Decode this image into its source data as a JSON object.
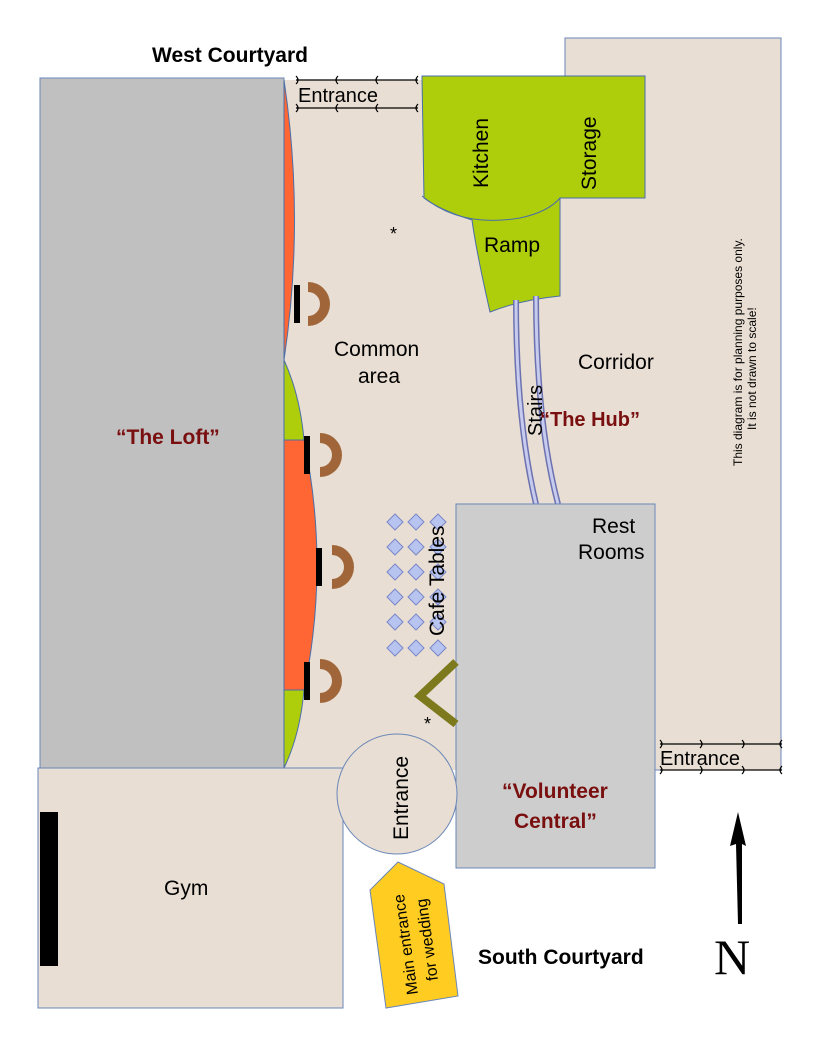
{
  "labels": {
    "west_courtyard": "West Courtyard",
    "south_courtyard": "South Courtyard",
    "entrance_west": "Entrance",
    "entrance_east": "Entrance",
    "entrance_south": "Entrance",
    "kitchen": "Kitchen",
    "storage": "Storage",
    "ramp": "Ramp",
    "common_area_1": "Common",
    "common_area_2": "area",
    "corridor": "Corridor",
    "stairs": "Stairs",
    "the_hub": "“The Hub”",
    "the_loft": "“The Loft”",
    "rest_rooms_1": "Rest",
    "rest_rooms_2": "Rooms",
    "cafe_tables": "Cafe Tables",
    "volunteer_central_1": "“Volunteer",
    "volunteer_central_2": "Central”",
    "gym": "Gym",
    "main_entrance_1": "Main entrance",
    "main_entrance_2": "for wedding",
    "disclaimer_1": "This diagram is for planning purposes only.",
    "disclaimer_2": "It is not drawn to scale!",
    "north": "N",
    "star": "*"
  },
  "colors": {
    "floor": "#e8ded3",
    "gray_room": "#c0c0c0",
    "light_gray_room": "#cdcdcd",
    "green": "#aecd0a",
    "orange": "#ff6633",
    "brown": "#a0663a",
    "stairs": "#9aa0d0",
    "table": "#b8c4f0",
    "triangle": "#7d7a1e",
    "sign": "#ffcc22",
    "red_text": "#7a0f0f"
  }
}
